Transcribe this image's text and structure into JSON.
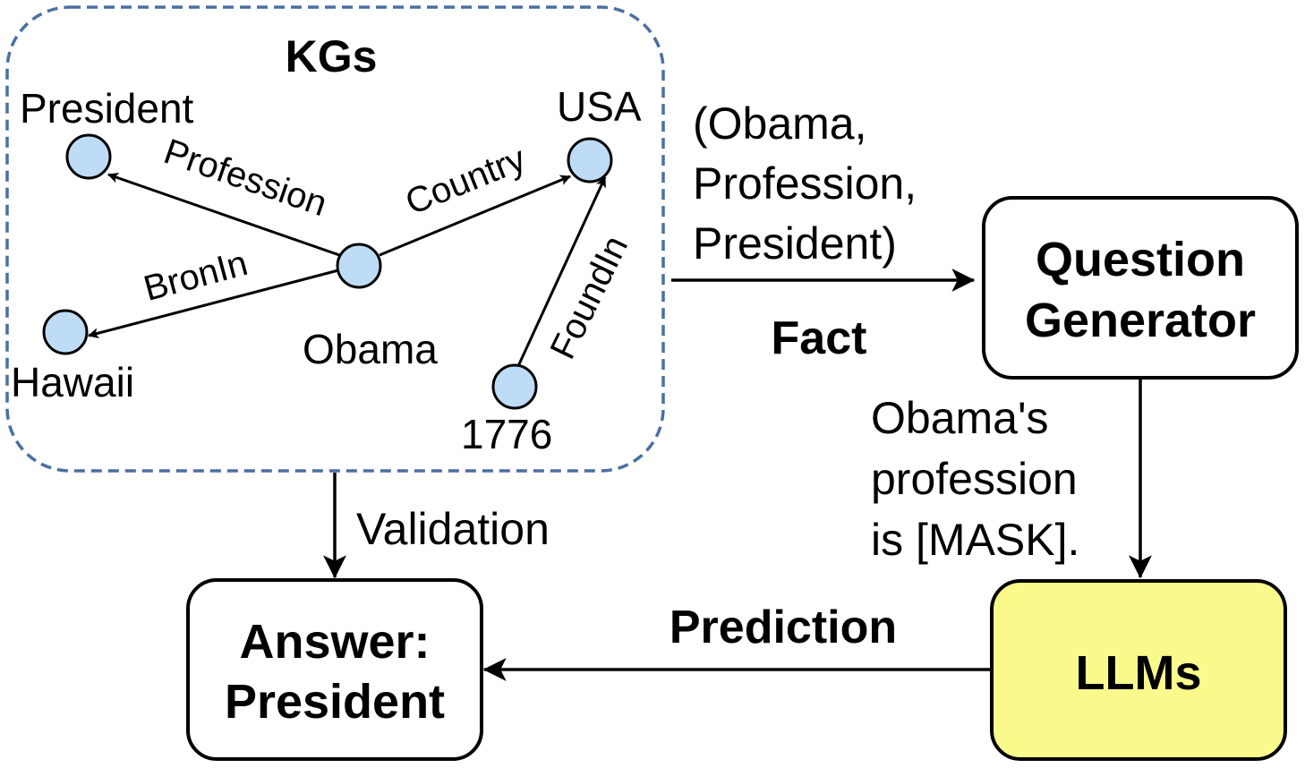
{
  "colors": {
    "kg_border": "#4a6fa5",
    "node_fill": "#bfdcf6",
    "llm_fill": "#fafa8c",
    "stroke": "#000000"
  },
  "kg": {
    "title": "KGs",
    "nodes": {
      "president": "President",
      "usa": "USA",
      "obama": "Obama",
      "hawaii": "Hawaii",
      "year": "1776"
    },
    "edges": {
      "profession": "Profession",
      "country": "Country",
      "bornin": "BronIn",
      "foundin": "FoundIn"
    }
  },
  "fact": {
    "lines": [
      "(Obama,",
      "Profession,",
      "President)"
    ],
    "label": "Fact"
  },
  "question_generator": {
    "line1": "Question",
    "line2": "Generator"
  },
  "question": {
    "lines": [
      "Obama's",
      "profession",
      "is [MASK]."
    ]
  },
  "llms": {
    "label": "LLMs"
  },
  "prediction": {
    "label": "Prediction"
  },
  "validation": {
    "label": "Validation"
  },
  "answer": {
    "line1": "Answer:",
    "line2": "President"
  }
}
